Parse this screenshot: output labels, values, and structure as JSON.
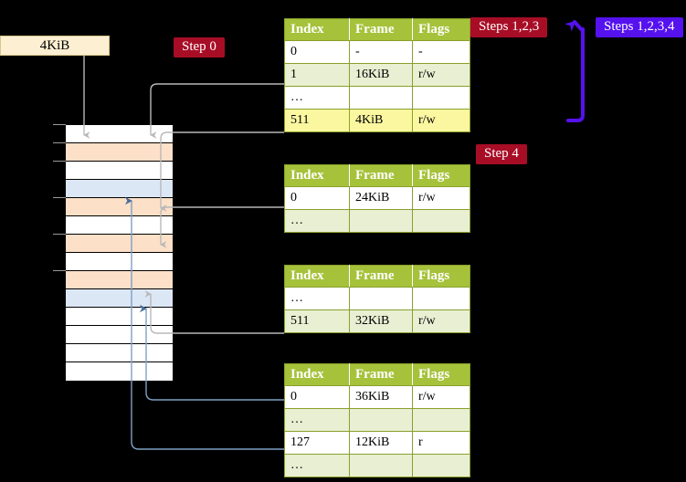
{
  "diagram": {
    "title_badges": [
      {
        "name": "steps-123-badge",
        "label": "Steps 1,2,3",
        "color": "#a80d26"
      },
      {
        "name": "steps-1234-badge",
        "label": "Steps 1,2,3,4",
        "color": "#5511ee"
      },
      {
        "name": "step-0-badge",
        "label": "Step 0",
        "color": "#a80d26"
      },
      {
        "name": "step-4-badge",
        "label": "Step 4",
        "color": "#a80d26"
      }
    ],
    "size_box": {
      "label": "4KiB"
    },
    "colors": {
      "table_header": "#a5c23a",
      "table_alt_row": "#e8efd2",
      "highlight": "#fbf7a0",
      "memory_peach": "#fce0c8",
      "memory_blue": "#dce7f6",
      "badge_red": "#a80d26",
      "badge_blue": "#5511ee",
      "connector_gray": "#9a9a9a",
      "connector_blue": "#7f9fc4",
      "size_box_bg": "#fcefd2",
      "background": "#000000"
    }
  },
  "columns": [
    "Index",
    "Frame",
    "Flags"
  ],
  "tables": [
    {
      "name": "page-table-1",
      "rows": [
        {
          "index": "0",
          "frame": "-",
          "flags": "-",
          "style": "plain",
          "highlight": false
        },
        {
          "index": "1",
          "frame": "16KiB",
          "flags": "r/w",
          "style": "alt",
          "highlight": false
        },
        {
          "index": "…",
          "frame": "",
          "flags": "",
          "style": "plain",
          "highlight": false
        },
        {
          "index": "511",
          "frame": "4KiB",
          "flags": "r/w",
          "style": "alt",
          "highlight": true
        }
      ]
    },
    {
      "name": "page-table-2",
      "rows": [
        {
          "index": "0",
          "frame": "24KiB",
          "flags": "r/w",
          "style": "plain",
          "highlight": false
        },
        {
          "index": "…",
          "frame": "",
          "flags": "",
          "style": "alt",
          "highlight": false
        }
      ]
    },
    {
      "name": "page-table-3",
      "rows": [
        {
          "index": "…",
          "frame": "",
          "flags": "",
          "style": "plain",
          "highlight": false
        },
        {
          "index": "511",
          "frame": "32KiB",
          "flags": "r/w",
          "style": "alt",
          "highlight": false
        }
      ]
    },
    {
      "name": "page-table-4",
      "rows": [
        {
          "index": "0",
          "frame": "36KiB",
          "flags": "r/w",
          "style": "plain",
          "highlight": false
        },
        {
          "index": "…",
          "frame": "",
          "flags": "",
          "style": "alt",
          "highlight": false
        },
        {
          "index": "127",
          "frame": "12KiB",
          "flags": "r",
          "style": "plain",
          "highlight": false
        },
        {
          "index": "…",
          "frame": "",
          "flags": "",
          "style": "alt",
          "highlight": false
        }
      ]
    }
  ],
  "memory": {
    "name": "physical-memory-column",
    "row_count": 14,
    "rows": [
      {
        "fill": "white"
      },
      {
        "fill": "peach"
      },
      {
        "fill": "white"
      },
      {
        "fill": "blue"
      },
      {
        "fill": "peach"
      },
      {
        "fill": "white"
      },
      {
        "fill": "peach"
      },
      {
        "fill": "white"
      },
      {
        "fill": "peach"
      },
      {
        "fill": "blue"
      },
      {
        "fill": "white"
      },
      {
        "fill": "white"
      },
      {
        "fill": "white"
      },
      {
        "fill": "white"
      }
    ]
  }
}
